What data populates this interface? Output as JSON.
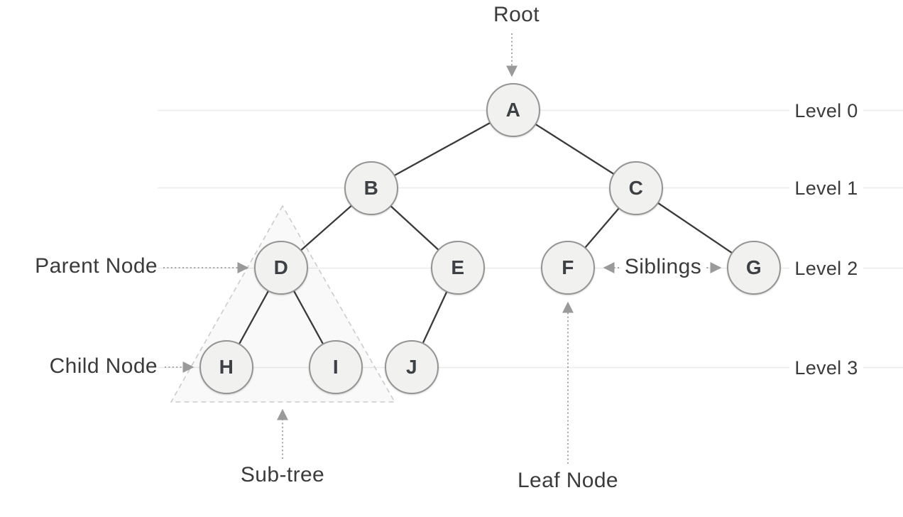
{
  "diagram": {
    "type": "tree-structure",
    "annotations": {
      "root": "Root",
      "parent_node": "Parent Node",
      "child_node": "Child Node",
      "sub_tree": "Sub-tree",
      "leaf_node": "Leaf Node",
      "siblings": "Siblings"
    },
    "levels": [
      {
        "label": "Level 0"
      },
      {
        "label": "Level 1"
      },
      {
        "label": "Level 2"
      },
      {
        "label": "Level 3"
      }
    ],
    "nodes": [
      {
        "id": "A",
        "label": "A",
        "level": 0,
        "role": "root"
      },
      {
        "id": "B",
        "label": "B",
        "level": 1
      },
      {
        "id": "C",
        "label": "C",
        "level": 1
      },
      {
        "id": "D",
        "label": "D",
        "level": 2,
        "role": "parent-node"
      },
      {
        "id": "E",
        "label": "E",
        "level": 2
      },
      {
        "id": "F",
        "label": "F",
        "level": 2,
        "role": "leaf-node, sibling of G"
      },
      {
        "id": "G",
        "label": "G",
        "level": 2,
        "role": "sibling of F"
      },
      {
        "id": "H",
        "label": "H",
        "level": 3,
        "role": "child-node"
      },
      {
        "id": "I",
        "label": "I",
        "level": 3
      },
      {
        "id": "J",
        "label": "J",
        "level": 3
      }
    ],
    "edges": [
      "A-B",
      "A-C",
      "B-D",
      "B-E",
      "C-F",
      "C-G",
      "D-H",
      "D-I",
      "E-J"
    ],
    "sub_tree_members": [
      "D",
      "H",
      "I"
    ],
    "colors": {
      "node_fill": "#f1f1f0",
      "node_border": "#949494",
      "node_text": "#3d4145",
      "edge": "#3a3a3a",
      "gridline": "#ebebeb",
      "annotation_text": "#3b3b3b",
      "dotted_arrow": "#a6a6a6",
      "triangle_border": "#cccccc",
      "background": "#ffffff"
    }
  }
}
